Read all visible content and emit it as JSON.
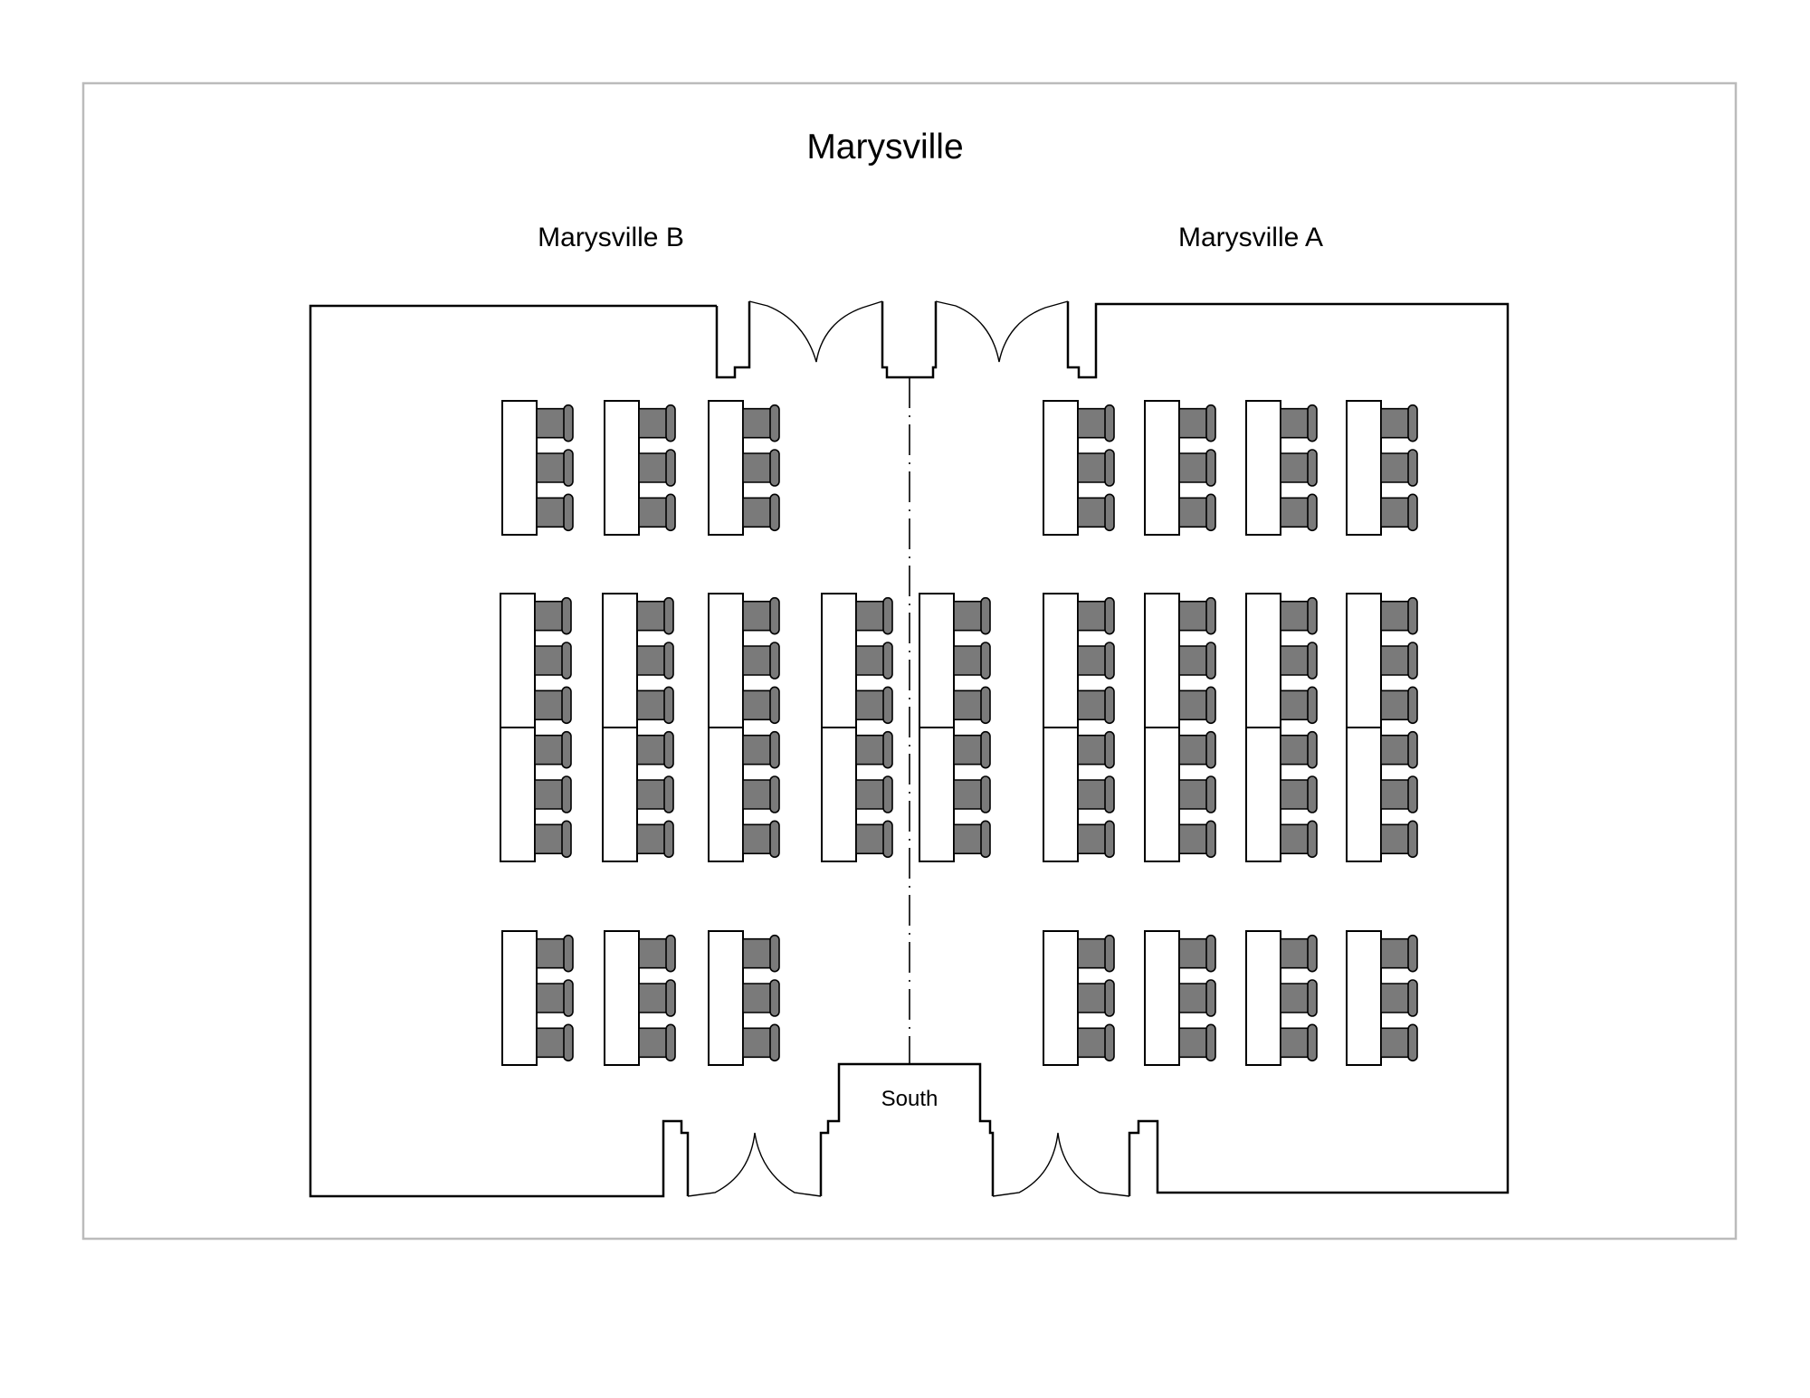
{
  "diagram": {
    "title": "Marysville",
    "rooms": [
      {
        "name": "Marysville B"
      },
      {
        "name": "Marysville A"
      }
    ],
    "stage_label": "South"
  },
  "layout": {
    "classroom_tables": [
      {
        "room": "Marysville B",
        "row": "top",
        "tables": 3,
        "seats_per_table": 3
      },
      {
        "room": "Marysville B",
        "row": "middle",
        "tables": 8,
        "seats_per_table": 3
      },
      {
        "room": "Marysville B",
        "row": "bottom",
        "tables": 3,
        "seats_per_table": 3
      },
      {
        "room": "Marysville A",
        "row": "top",
        "tables": 4,
        "seats_per_table": 3
      },
      {
        "room": "Marysville A",
        "row": "middle",
        "tables": 10,
        "seats_per_table": 3
      },
      {
        "room": "Marysville A",
        "row": "bottom",
        "tables": 4,
        "seats_per_table": 3
      }
    ]
  },
  "colors": {
    "chair_fill": "#7a7a7a",
    "table_fill": "#ffffff",
    "outline": "#000000",
    "frame": "#bbbbbb"
  }
}
